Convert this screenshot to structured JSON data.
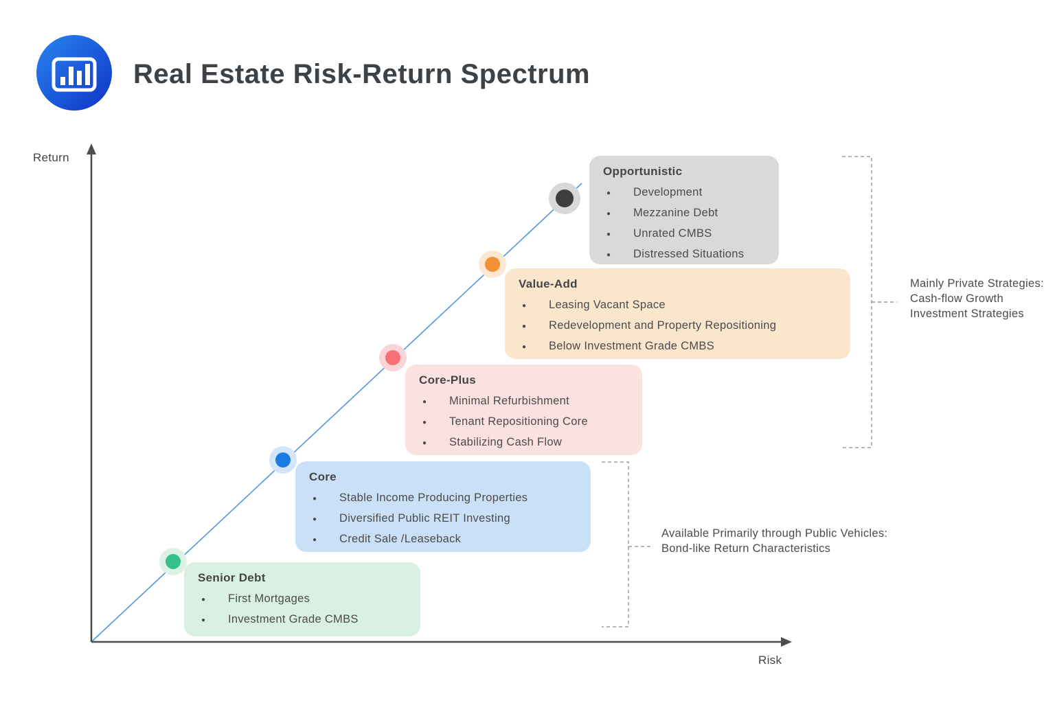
{
  "header": {
    "title": "Real Estate Risk-Return Spectrum",
    "logo_icon": "bar-chart-icon",
    "logo_colors": {
      "top": "#2a85f0",
      "bottom": "#0d33c6"
    }
  },
  "axes": {
    "y_label": "Return",
    "x_label": "Risk"
  },
  "spectrum_line_color": "#4f97e0",
  "categories": [
    {
      "id": "senior-debt",
      "title": "Senior Debt",
      "items": [
        "First Mortgages",
        "Investment Grade CMBS"
      ],
      "dot_color": "#35c08a",
      "halo_color": "#def1e7",
      "box_color": "#d8f1e2"
    },
    {
      "id": "core",
      "title": "Core",
      "items": [
        "Stable Income Producing Properties",
        "Diversified Public REIT Investing",
        "Credit Sale /Leaseback"
      ],
      "dot_color": "#1a7ce2",
      "halo_color": "#d3e5f8",
      "box_color": "#c9e0f7"
    },
    {
      "id": "core-plus",
      "title": "Core-Plus",
      "items": [
        "Minimal Refurbishment",
        "Tenant Repositioning Core",
        "Stabilizing Cash Flow"
      ],
      "dot_color": "#f77076",
      "halo_color": "#fbd4d8",
      "box_color": "#fce1e1"
    },
    {
      "id": "value-add",
      "title": "Value-Add",
      "items": [
        "Leasing Vacant Space",
        "Redevelopment and Property Repositioning",
        "Below Investment Grade CMBS"
      ],
      "dot_color": "#f49035",
      "halo_color": "#fbe7d2",
      "box_color": "#fae5cd"
    },
    {
      "id": "opportunistic",
      "title": "Opportunistic",
      "items": [
        "Development",
        "Mezzanine Debt",
        "Unrated CMBS",
        "Distressed Situations"
      ],
      "dot_color": "#3d3d3d",
      "halo_color": "#d8d8d8",
      "box_color": "#d9d9d9"
    }
  ],
  "annotations": [
    {
      "id": "private",
      "text": "Mainly Private Strategies: Cash-flow Growth Investment Strategies"
    },
    {
      "id": "public",
      "text": "Available Primarily through Public Vehicles: Bond-like Return Characteristics"
    }
  ]
}
